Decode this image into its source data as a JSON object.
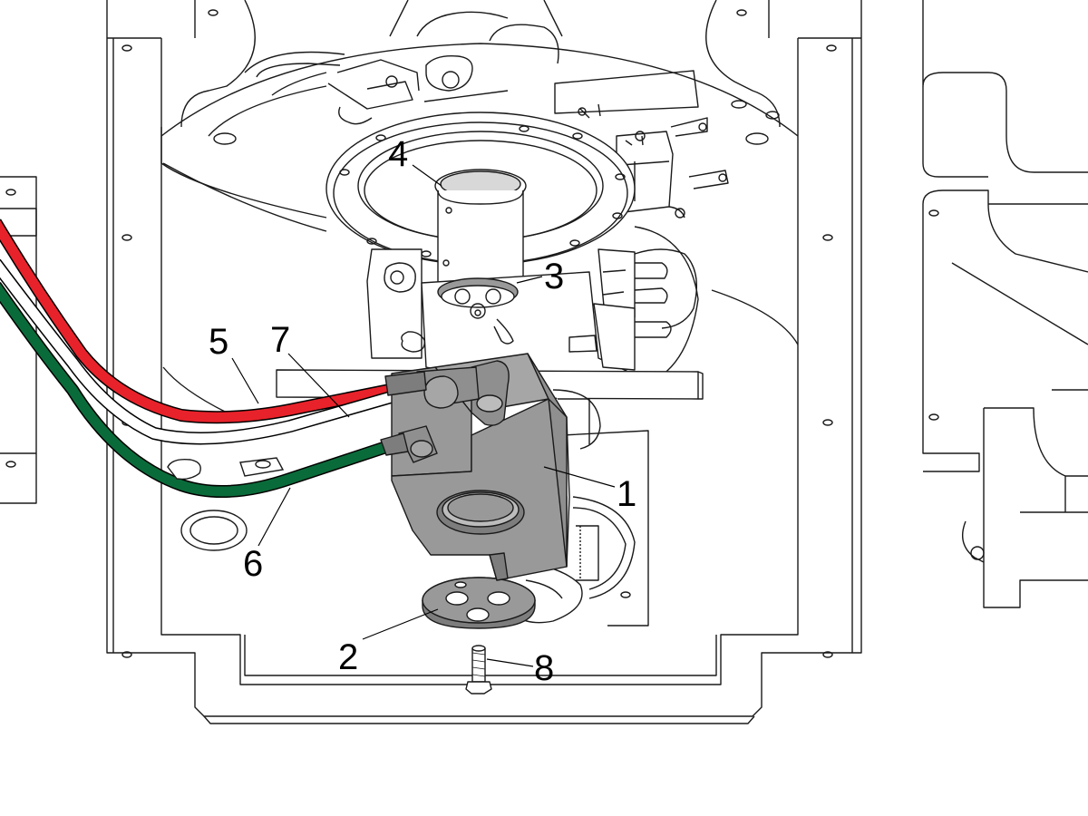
{
  "diagram": {
    "callouts": [
      {
        "id": "1",
        "label": "1"
      },
      {
        "id": "2",
        "label": "2"
      },
      {
        "id": "3",
        "label": "3"
      },
      {
        "id": "4",
        "label": "4"
      },
      {
        "id": "5",
        "label": "5"
      },
      {
        "id": "6",
        "label": "6"
      },
      {
        "id": "7",
        "label": "7"
      },
      {
        "id": "8",
        "label": "8"
      }
    ],
    "colors": {
      "line": "#1a1a1a",
      "part_fill": "#ffffff",
      "block_gray": "#999999",
      "block_shadow": "#7d7d7d",
      "hose_red": "#e8222a",
      "hose_white": "#ffffff",
      "hose_green": "#0a6b3a",
      "hose_outline": "#000000"
    }
  }
}
